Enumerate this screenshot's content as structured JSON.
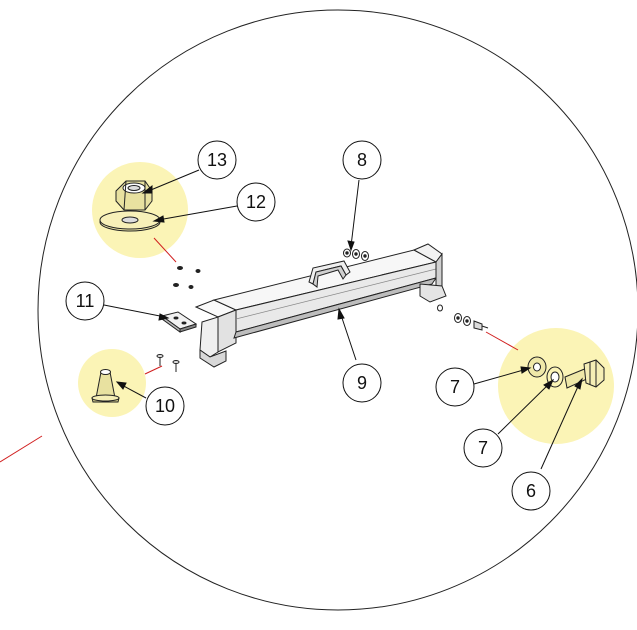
{
  "colors": {
    "detail_fill": "#fbf4b6",
    "leader_red": "#d11f1f",
    "ink": "#1a1a1a"
  },
  "callouts": {
    "c13": "13",
    "c12": "12",
    "c11": "11",
    "c10": "10",
    "c9": "9",
    "c8": "8",
    "c7a": "7",
    "c7b": "7",
    "c6": "6"
  }
}
